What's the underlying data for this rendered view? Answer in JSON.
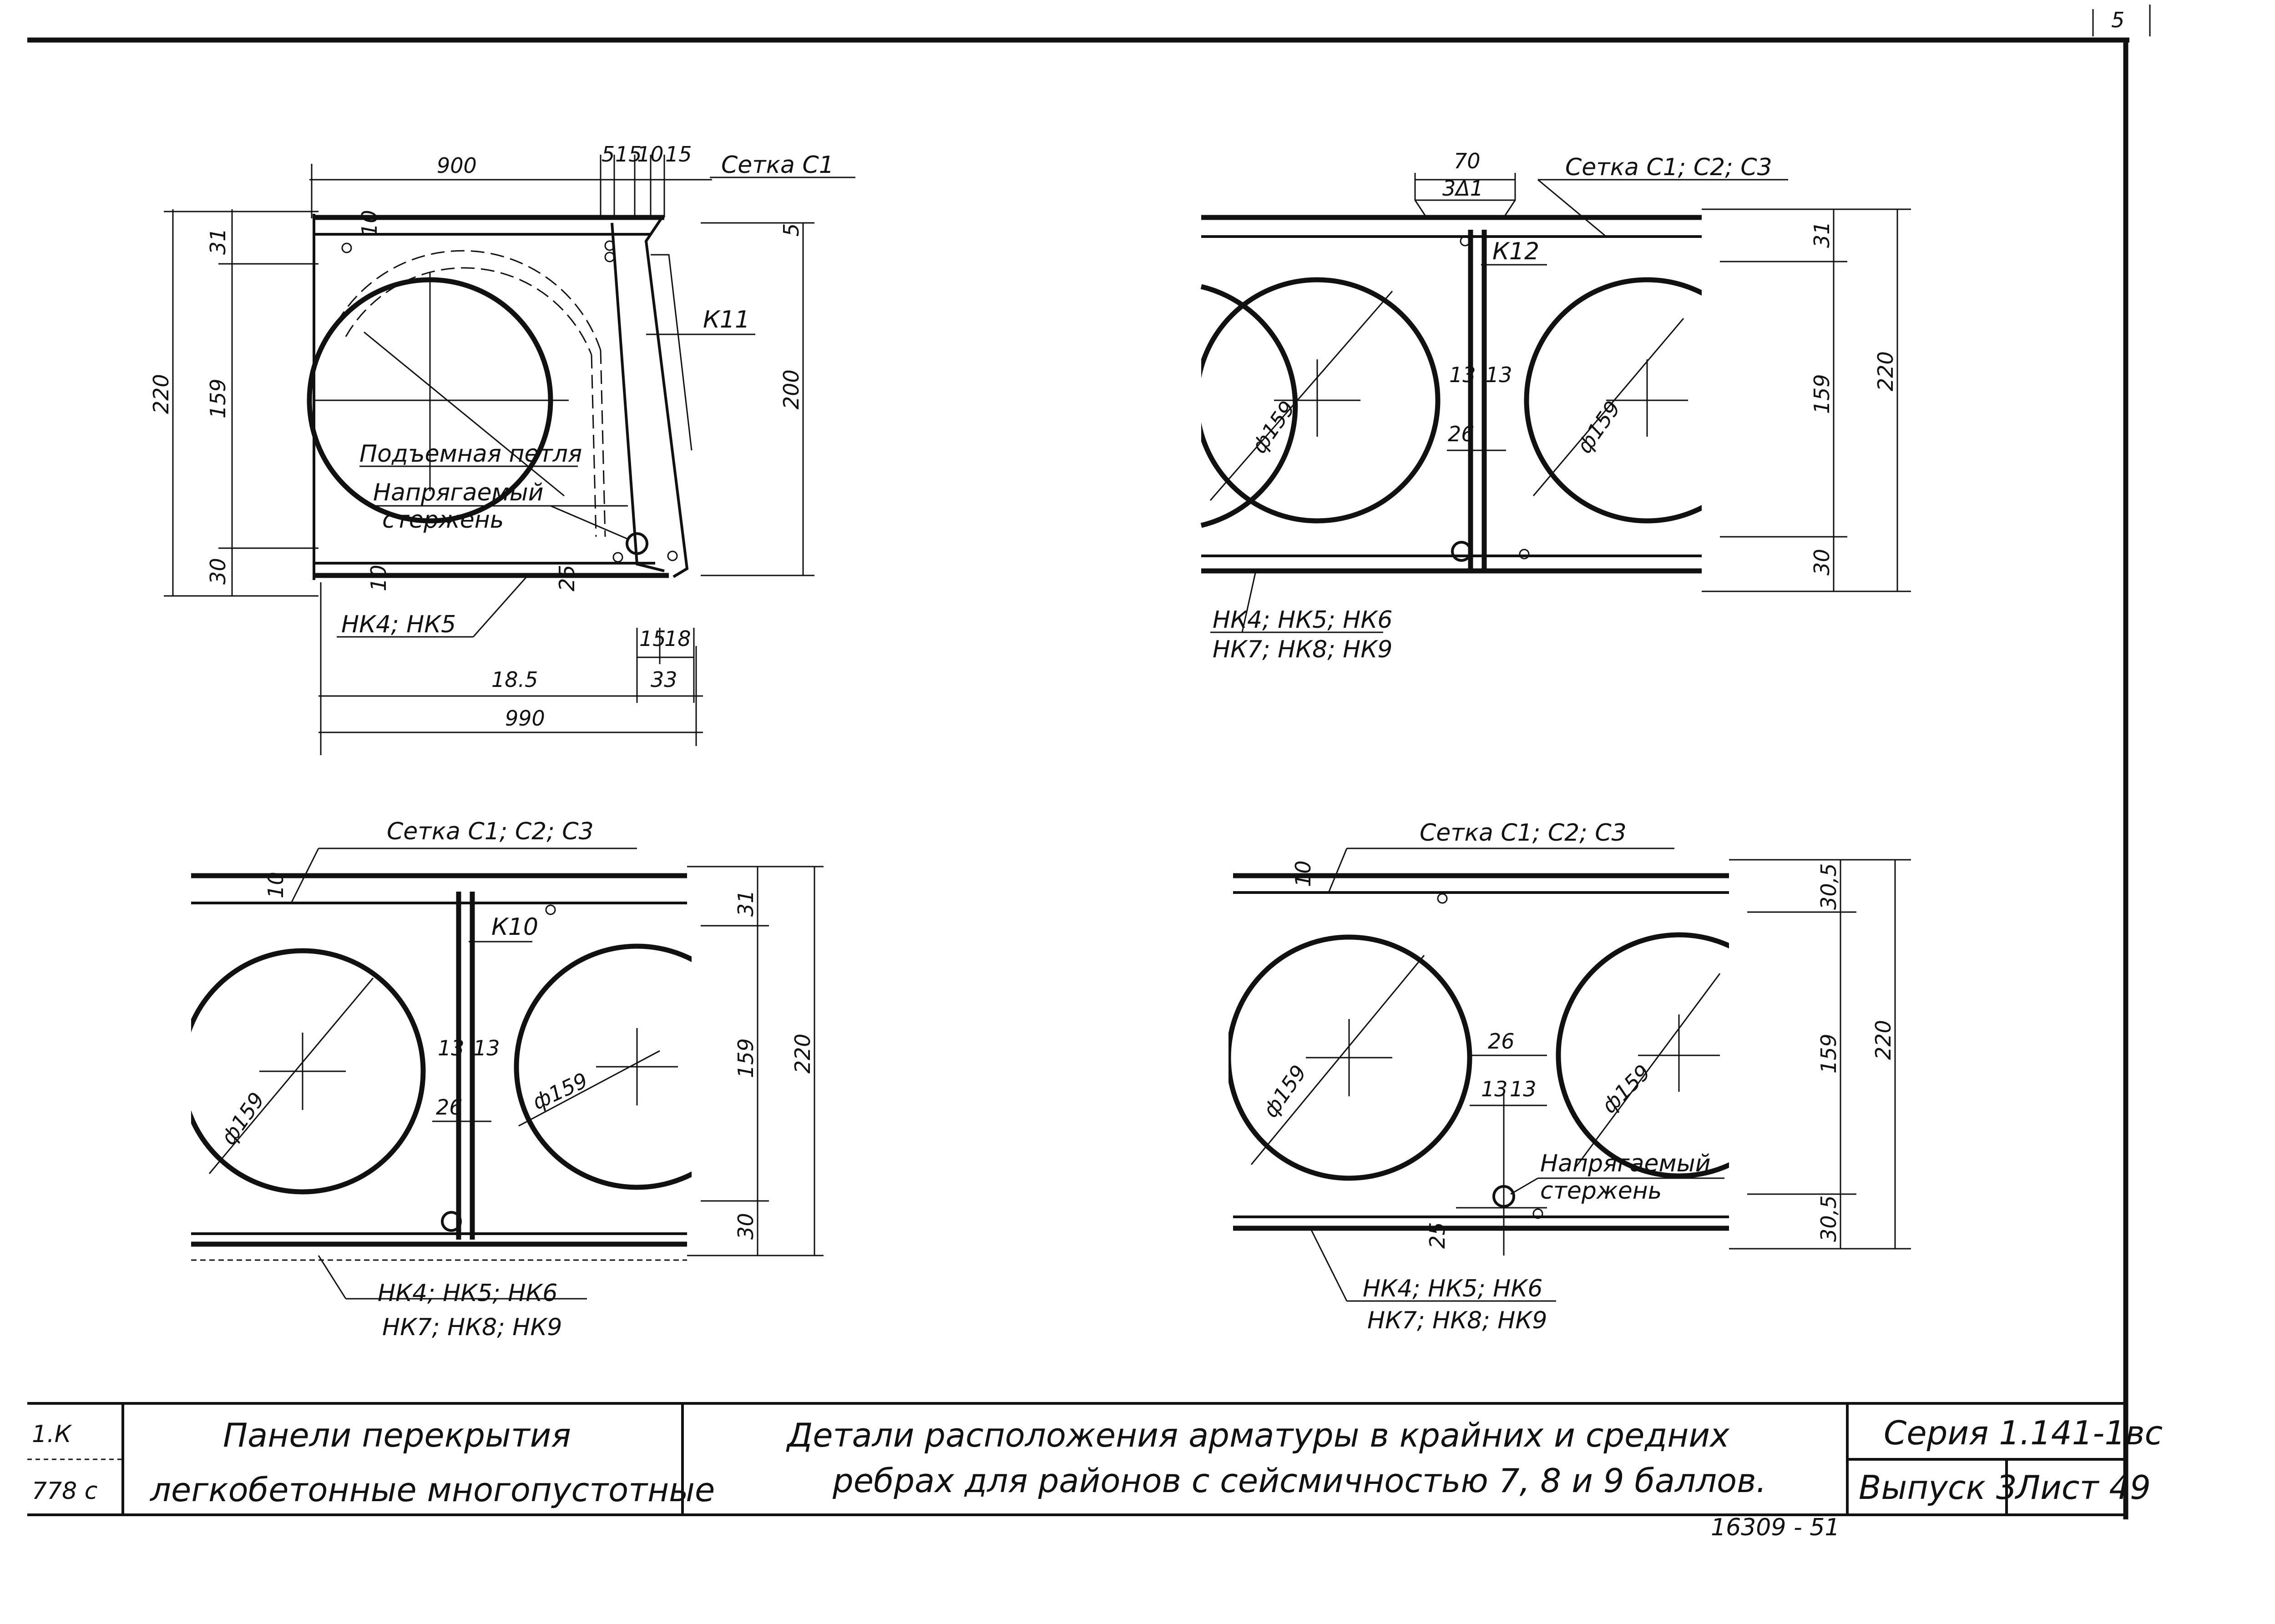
{
  "header": {
    "corner_mark": "5"
  },
  "detail_top_left": {
    "mesh_label": "Сетка С1",
    "bracket_label": "К11",
    "loop_label": "Подъемная петля",
    "rod_label_1": "Напрягаемый",
    "rod_label_2": "стержень",
    "bottom_mesh_label": "НК4; НК5",
    "dim_top_900": "900",
    "dim_top_5": "5",
    "dim_top_15a": "15",
    "dim_top_10": "10",
    "dim_top_15b": "15",
    "dim_left_220": "220",
    "dim_left_31": "31",
    "dim_left_159": "159",
    "dim_left_30": "30",
    "dim_right_200": "200",
    "dim_right_5": "5",
    "dim_inner_10a": "10",
    "dim_inner_10b": "10",
    "dim_inner_25": "25",
    "dim_bot_15": "15",
    "dim_bot_18": "18",
    "dim_bot_185": "18.5",
    "dim_bot_33": "33",
    "dim_bot_990": "990"
  },
  "detail_top_right": {
    "mesh_label": "Сетка С1; С2; С3",
    "weld_label": "3Δ1",
    "dim_top_70": "70",
    "bracket_label": "К12",
    "dia_left": "ф159",
    "dia_right": "ф159",
    "dim_13a": "13",
    "dim_13b": "13",
    "dim_26": "26",
    "dim_right_31": "31",
    "dim_right_159": "159",
    "dim_right_30": "30",
    "dim_right_220": "220",
    "bottom_label_1": "НК4; НК5; НК6",
    "bottom_label_2": "НК7; НК8; НК9"
  },
  "detail_bottom_left": {
    "mesh_label": "Сетка С1; С2; С3",
    "bracket_label": "К10",
    "dim_10": "10",
    "dia_left": "ф159",
    "dia_right": "ф159",
    "dim_13a": "13",
    "dim_13b": "13",
    "dim_26": "26",
    "dim_right_31": "31",
    "dim_right_159": "159",
    "dim_right_30": "30",
    "dim_right_220": "220",
    "bottom_label_1": "НК4; НК5; НК6",
    "bottom_label_2": "НК7; НК8; НК9"
  },
  "detail_bottom_right": {
    "mesh_label": "Сетка С1; С2; С3",
    "dim_10": "10",
    "dia_left": "ф159",
    "dia_right": "ф159",
    "dim_26": "26",
    "dim_13a": "13",
    "dim_13b": "13",
    "dim_25": "25",
    "rod_label_1": "Напрягаемый",
    "rod_label_2": "стержень",
    "dim_right_305a": "30,5",
    "dim_right_159": "159",
    "dim_right_305b": "30,5",
    "dim_right_220": "220",
    "bottom_label_1": "НК4; НК5; НК6",
    "bottom_label_2": "НК7; НК8; НК9"
  },
  "title_block": {
    "left_code_1": "1.К",
    "left_code_2": "778 с",
    "product_line_1": "Панели перекрытия",
    "product_line_2": "легкобетонные многопустотные",
    "sheet_title_1": "Детали расположения арматуры в крайних и средних",
    "sheet_title_2": "ребрах для районов с сейсмичностью 7, 8 и 9 баллов.",
    "series": "Серия 1.141-1вс",
    "issue": "Выпуск 3",
    "sheet": "Лист 49",
    "bottom_stamp": "16309 - 51"
  }
}
